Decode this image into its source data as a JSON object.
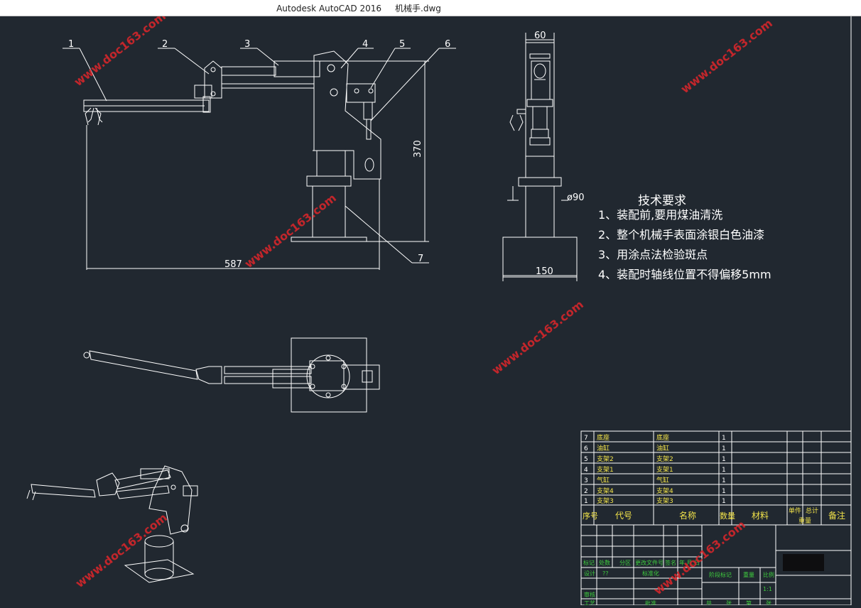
{
  "window": {
    "title": "Autodesk AutoCAD 2016     机械手.dwg"
  },
  "colors": {
    "background": "#212830",
    "lines": "#ffffff",
    "watermark": "#d8262b",
    "yellow": "#f2e34a",
    "green": "#3ecb3e"
  },
  "part_callouts": [
    "1",
    "2",
    "3",
    "4",
    "5",
    "6",
    "7"
  ],
  "dimensions": {
    "width_top": "60",
    "total_length": "587",
    "height": "370",
    "diameter": "ø90",
    "base_width": "150"
  },
  "tech_requirements": {
    "title": "技术要求",
    "items": [
      "1、装配前,要用煤油清洗",
      "2、整个机械手表面涂银白色油漆",
      "3、用涂点法检验斑点",
      "4、装配时轴线位置不得偏移5mm"
    ]
  },
  "bom": {
    "rows": [
      {
        "no": "7",
        "code": "底座",
        "name": "底座",
        "qty": "1"
      },
      {
        "no": "6",
        "code": "油缸",
        "name": "油缸",
        "qty": "1"
      },
      {
        "no": "5",
        "code": "支架2",
        "name": "支架2",
        "qty": "1"
      },
      {
        "no": "4",
        "code": "支架1",
        "name": "支架1",
        "qty": "1"
      },
      {
        "no": "3",
        "code": "气缸",
        "name": "气缸",
        "qty": "1"
      },
      {
        "no": "2",
        "code": "支架4",
        "name": "支架4",
        "qty": "1"
      },
      {
        "no": "1",
        "code": "支架3",
        "name": "支架3",
        "qty": "1"
      }
    ],
    "header": {
      "no": "序号",
      "code": "代号",
      "name": "名称",
      "qty": "数量",
      "material": "材料",
      "unit": "单件",
      "total": "总计",
      "weight": "重量",
      "remark": "备注"
    }
  },
  "title_block": {
    "row1": [
      "标记",
      "处数",
      "分区",
      "更改文件号",
      "签名",
      "年.月.日"
    ],
    "design": "设计",
    "design_mark": "??",
    "standard": "标准化",
    "stage": "阶段标记",
    "weight": "重量",
    "scale": "比例",
    "scale_value": "1:1",
    "review": "审核",
    "process": "工艺",
    "approve": "批准",
    "bottom": [
      "共",
      "张",
      "第",
      "张"
    ]
  },
  "watermark": "www.doc163.com"
}
